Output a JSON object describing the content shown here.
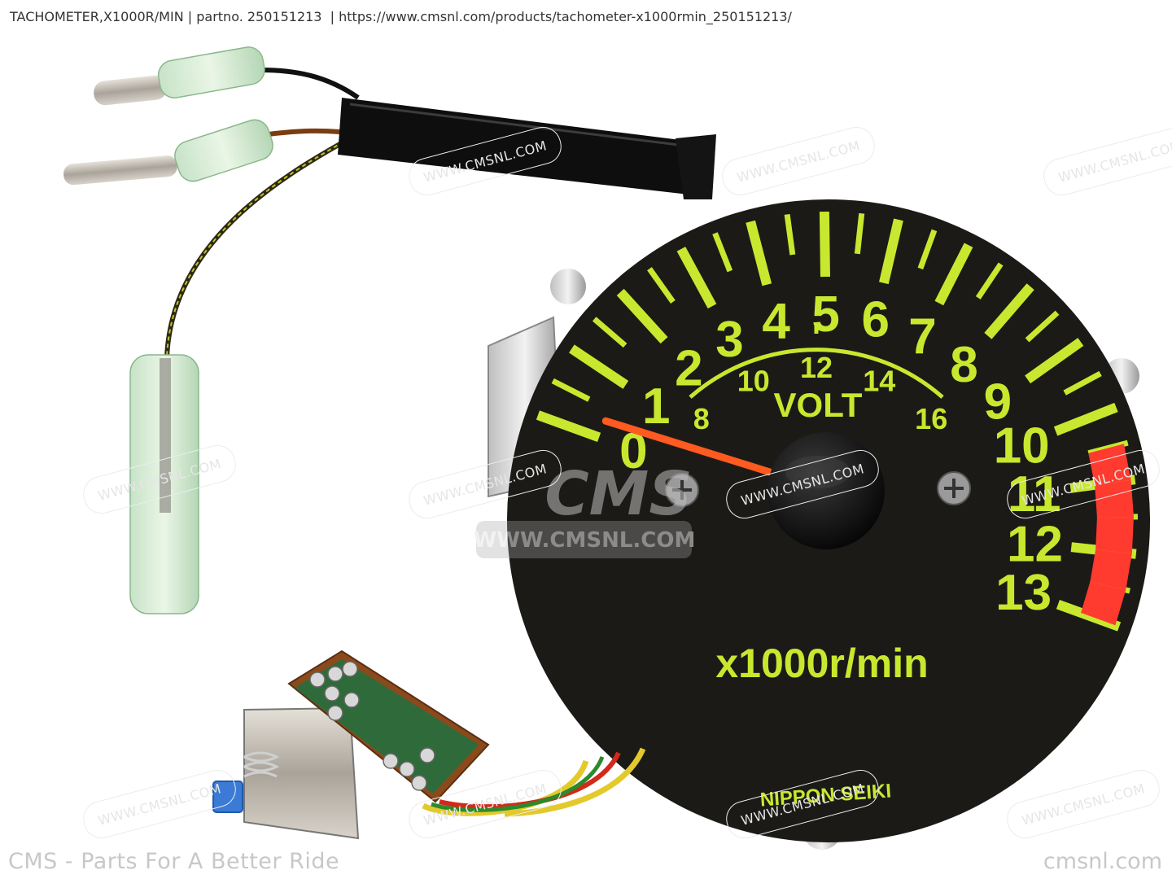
{
  "caption": "TACHOMETER,X1000R/MIN | partno. 250151213  | https://www.cmsnl.com/products/tachometer-x1000rmin_250151213/",
  "watermark_text": "WWW.CMSNL.COM",
  "logo": {
    "brand": "CMS",
    "url": "WWW.CMSNL.COM"
  },
  "footer": {
    "left": "CMS - Parts For A Better Ride",
    "right": "cmsnl.com"
  },
  "gauge": {
    "rpm_ticks": [
      "0",
      "1",
      "2",
      "3",
      "4",
      "5",
      "6",
      "7",
      "8",
      "9",
      "10",
      "11",
      "12",
      "13"
    ],
    "volt_ticks": [
      "8",
      "10",
      "12",
      "14",
      "16"
    ],
    "volt_label": "VOLT",
    "unit_label": "x1000r/min",
    "maker": "NIPPON SEIKI",
    "needle_reading": 0.3
  },
  "colors": {
    "face": "#1c1a17",
    "markings": "#c7e82e",
    "redzone": "#ff3b2f",
    "needle": "#ff5a1f"
  }
}
